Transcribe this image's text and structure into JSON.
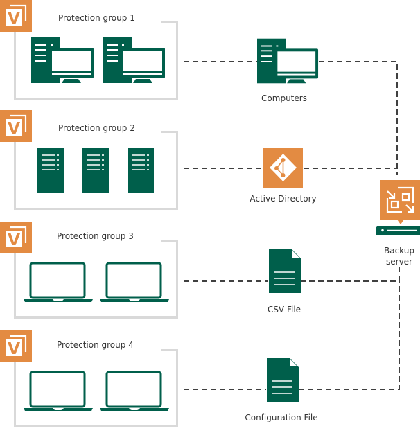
{
  "colors": {
    "primary_green": "#005F4B",
    "accent_orange": "#E38B42",
    "box_border": "#D9D9D9",
    "connector": "#404040",
    "text": "#333333"
  },
  "groups": [
    {
      "title": "Protection group 1",
      "icon": "desktop-computer-icon",
      "count": 2,
      "source": "Computers",
      "source_icon": "desktop-computer-icon"
    },
    {
      "title": "Protection group 2",
      "icon": "server-icon",
      "count": 3,
      "source": "Active Directory",
      "source_icon": "active-directory-icon"
    },
    {
      "title": "Protection group 3",
      "icon": "laptop-icon",
      "count": 2,
      "source": "CSV File",
      "source_icon": "document-icon"
    },
    {
      "title": "Protection group 4",
      "icon": "laptop-icon",
      "count": 2,
      "source": "Configuration File",
      "source_icon": "document-icon"
    }
  ],
  "backup_server": {
    "label_line1": "Backup",
    "label_line2": "server",
    "icon": "backup-server-icon"
  },
  "badge_icon": "veeam-v-icon"
}
